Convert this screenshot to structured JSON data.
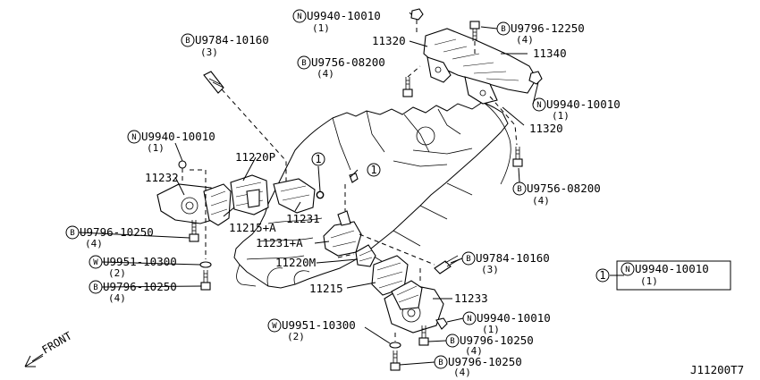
{
  "diagram_id": "J11200T7",
  "front_label": "FRONT",
  "callout_marker": "1",
  "part_numbers": {
    "p11340": "11340",
    "p11320_top": "11320",
    "p11320_right": "11320",
    "p11220p": "11220P",
    "p11232": "11232",
    "p11215a": "11215+A",
    "p11231": "11231",
    "p11231a": "11231+A",
    "p11220m": "11220M",
    "p11215": "11215",
    "p11233": "11233"
  },
  "fasteners": [
    {
      "prefix": "N",
      "code": "U9940-10010",
      "qty": "(1)"
    },
    {
      "prefix": "B",
      "code": "U9796-12250",
      "qty": "(4)"
    },
    {
      "prefix": "B",
      "code": "U9784-10160",
      "qty": "(3)"
    },
    {
      "prefix": "B",
      "code": "U9756-08200",
      "qty": "(4)"
    },
    {
      "prefix": "N",
      "code": "U9940-10010",
      "qty": "(1)"
    },
    {
      "prefix": "N",
      "code": "U9940-10010",
      "qty": "(1)"
    },
    {
      "prefix": "B",
      "code": "U9756-08200",
      "qty": "(4)"
    },
    {
      "prefix": "B",
      "code": "U9796-10250",
      "qty": "(4)"
    },
    {
      "prefix": "W",
      "code": "U9951-10300",
      "qty": "(2)"
    },
    {
      "prefix": "B",
      "code": "U9796-10250",
      "qty": "(4)"
    },
    {
      "prefix": "B",
      "code": "U9784-10160",
      "qty": "(3)"
    },
    {
      "prefix": "N",
      "code": "U9940-10010",
      "qty": "(1)"
    },
    {
      "prefix": "W",
      "code": "U9951-10300",
      "qty": "(2)"
    },
    {
      "prefix": "B",
      "code": "U9796-10250",
      "qty": "(4)"
    },
    {
      "prefix": "B",
      "code": "U9796-10250",
      "qty": "(4)"
    }
  ],
  "legend": {
    "marker": "1",
    "prefix": "N",
    "code": "U9940-10010",
    "qty": "(1)"
  }
}
